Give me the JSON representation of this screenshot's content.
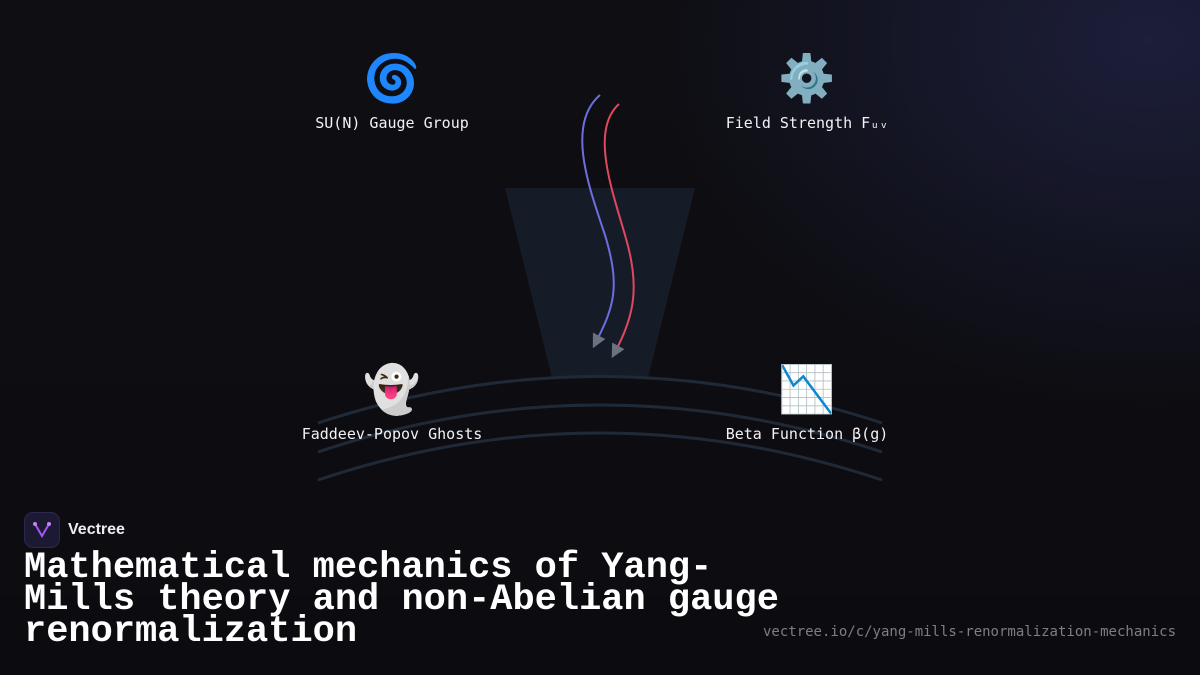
{
  "nodes": {
    "gauge_group": {
      "icon": "🌀",
      "icon_name": "cyclone-icon",
      "label": "SU(N) Gauge Group"
    },
    "field_strength": {
      "icon": "⚙️",
      "icon_name": "gear-icon",
      "label": "Field Strength Fᵤᵥ"
    },
    "ghosts": {
      "icon": "👻",
      "icon_name": "ghost-icon",
      "label": "Faddeev-Popov Ghosts"
    },
    "beta_function": {
      "icon": "📉",
      "icon_name": "chart-decreasing-icon",
      "label": "Beta Function β(g)"
    }
  },
  "brand": {
    "name": "Vectree",
    "icon_name": "vectree-logo-icon"
  },
  "title": "Mathematical mechanics of Yang-Mills theory and non-Abelian gauge renormalization",
  "url": "vectree.io/c/yang-mills-renormalization-mechanics",
  "colors": {
    "background": "#0e0e13",
    "arrow_blue": "#6b6fe0",
    "arrow_red": "#e0485e",
    "funnel": "#1a2230",
    "arcs": "#1f2a38"
  }
}
